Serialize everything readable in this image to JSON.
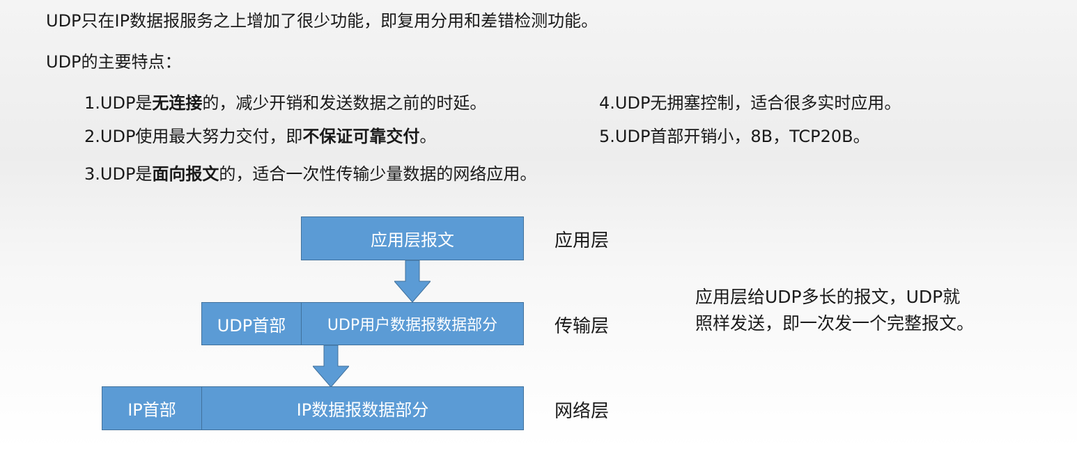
{
  "intro": "UDP只在IP数据报服务之上增加了很少功能，即复用分用和差错检测功能。",
  "features_title": "UDP的主要特点：",
  "features": [
    {
      "pre": "1.UDP是",
      "bold": "无连接",
      "post": "的，减少开销和发送数据之前的时延。"
    },
    {
      "pre": "2.UDP使用最大努力交付，即",
      "bold": "不保证可靠交付",
      "post": "。"
    },
    {
      "pre": "3.UDP是",
      "bold": "面向报文",
      "post": "的，适合一次性传输少量数据的网络应用。"
    },
    {
      "pre": "4.UDP无拥塞控制，适合很多实时应用。",
      "bold": "",
      "post": ""
    },
    {
      "pre": "5.UDP首部开销小，8B，TCP20B。",
      "bold": "",
      "post": ""
    }
  ],
  "diagram": {
    "app_message": "应用层报文",
    "udp_header": "UDP首部",
    "udp_data": "UDP用户数据报数据部分",
    "ip_header": "IP首部",
    "ip_data": "IP数据报数据部分",
    "layers": [
      "应用层",
      "传输层",
      "网络层"
    ],
    "box_color": "#5b9bd5",
    "border_color": "#41719c"
  },
  "note_lines": [
    "应用层给UDP多长的报文，UDP就",
    "照样发送，即一次发一个完整报文。"
  ]
}
